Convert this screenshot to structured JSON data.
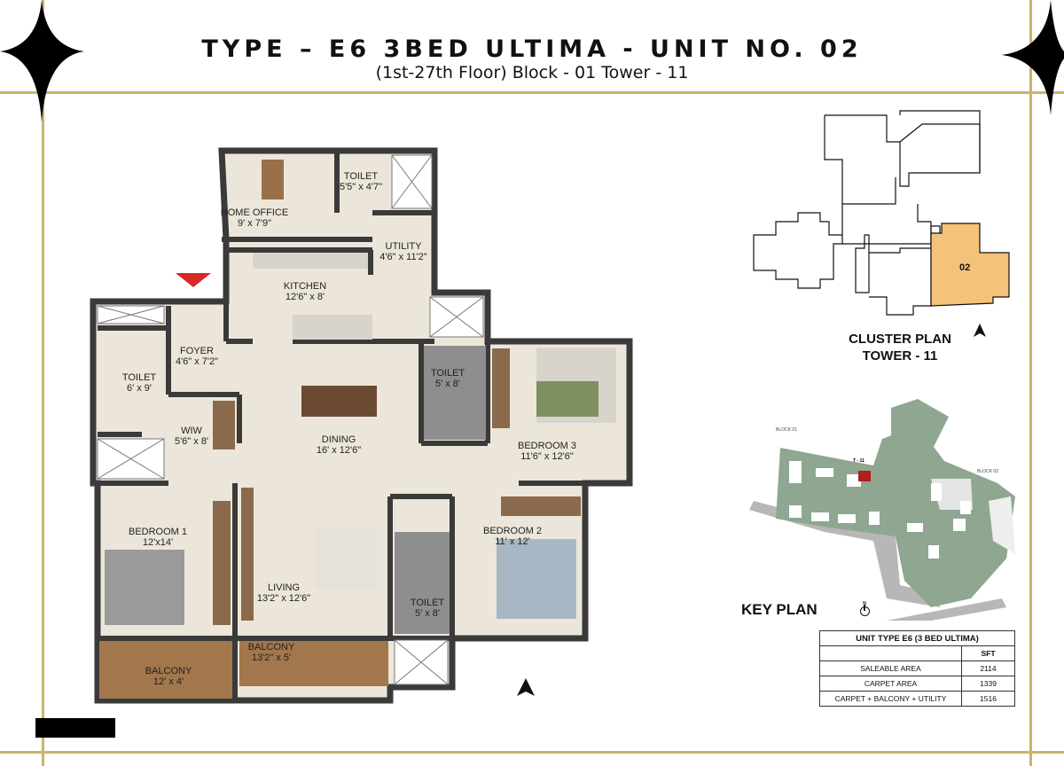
{
  "header": {
    "title": "TYPE – E6 3BED ULTIMA - UNIT NO. 02",
    "subtitle": "(1st-27th Floor) Block - 01  Tower - 11"
  },
  "rooms": [
    {
      "name": "HOME OFFICE",
      "size": "9' x 7'9\""
    },
    {
      "name": "TOILET",
      "size": "5'5\" x 4'7\""
    },
    {
      "name": "UTILITY",
      "size": "4'6\" x 11'2\""
    },
    {
      "name": "KITCHEN",
      "size": "12'6\" x 8'"
    },
    {
      "name": "FOYER",
      "size": "4'6\" x 7'2\""
    },
    {
      "name": "TOILET",
      "size": "6' x 9'"
    },
    {
      "name": "WIW",
      "size": "5'6\" x 8'"
    },
    {
      "name": "DINING",
      "size": "16' x 12'6\""
    },
    {
      "name": "TOILET",
      "size": "5' x 8'"
    },
    {
      "name": "BEDROOM 3",
      "size": "11'6\" x 12'6\""
    },
    {
      "name": "BEDROOM 1",
      "size": "12'x14'"
    },
    {
      "name": "LIVING",
      "size": "13'2\" x 12'6\""
    },
    {
      "name": "BEDROOM 2",
      "size": "11' x 12'"
    },
    {
      "name": "TOILET",
      "size": "5' x 8'"
    },
    {
      "name": "BALCONY",
      "size": "13'2\" x 5'"
    },
    {
      "name": "BALCONY",
      "size": "12' x 4'"
    }
  ],
  "cluster_plan": {
    "unit_label": "02",
    "heading_line1": "CLUSTER PLAN",
    "heading_line2": "TOWER - 11",
    "highlight_color": "#f5c27a"
  },
  "key_plan": {
    "heading": "KEY PLAN",
    "block1": "BLOCK 01",
    "block2": "BLOCK 02",
    "tower_marker": "T - 11",
    "north": "N",
    "marker_color": "#b01d1d"
  },
  "area_table": {
    "title": "UNIT TYPE E6 (3 BED ULTIMA)",
    "unit_header": "SFT",
    "rows": [
      {
        "label": "SALEABLE AREA",
        "value": "2114"
      },
      {
        "label": "CARPET AREA",
        "value": "1339"
      },
      {
        "label": "CARPET + BALCONY + UTILITY",
        "value": "1516"
      }
    ]
  },
  "colors": {
    "gold": "#c9b46a",
    "wall": "#3a3a3a",
    "floor": "#ece6da",
    "wood": "#9a7048",
    "entry_marker": "#d62828"
  }
}
